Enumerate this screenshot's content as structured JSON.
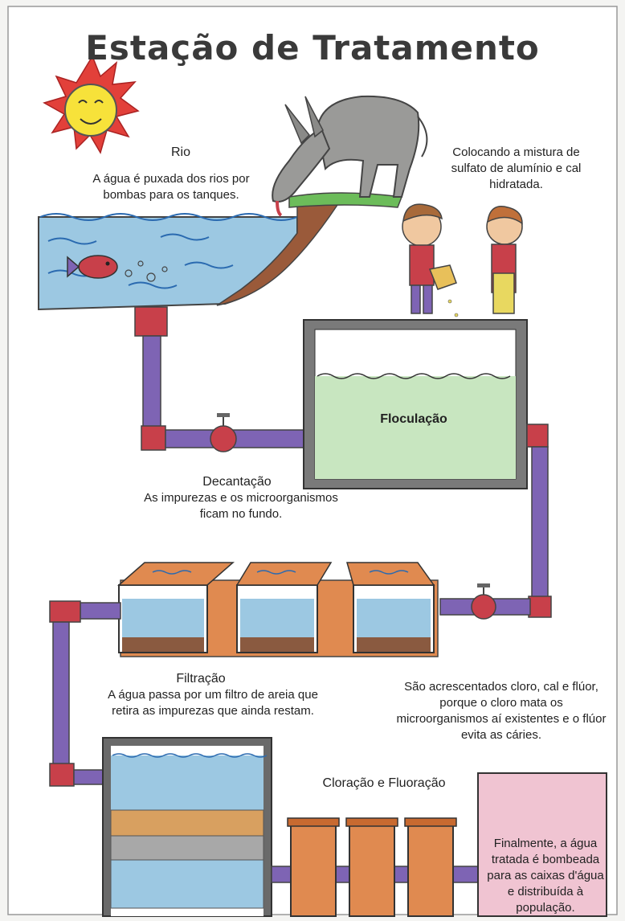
{
  "title": "Estação de Tratamento",
  "rio": {
    "heading": "Rio",
    "text": "A água é puxada dos rios por bombas para os tanques."
  },
  "mistura": {
    "text": "Colocando a mistura de sulfato de alumínio e cal hidratada."
  },
  "floculacao": {
    "heading": "Floculação"
  },
  "decantacao": {
    "heading": "Decantação",
    "text": "As impurezas e os microorganismos ficam no fundo."
  },
  "filtracao": {
    "heading": "Filtração",
    "text": "A água passa por um filtro de areia que retira as impurezas que ainda restam."
  },
  "cloro": {
    "text": "São acrescentados cloro, cal e flúor, porque o cloro mata os microorganismos aí existentes e o flúor evita as cáries."
  },
  "cloracao": {
    "heading": "Cloração e Fluoração"
  },
  "final": {
    "text": "Finalmente, a água tratada é bombeada para as caixas d'água e distribuída à população."
  },
  "colors": {
    "pipe": "#7e64b4",
    "joint": "#c8404a",
    "water": "#9cc8e2",
    "floc_water": "#c8e6c0",
    "sediment": "#8a5a40",
    "tank_orange": "#e08a50",
    "final_tank": "#f0c4d2",
    "sun": "#f7e23a",
    "sun_rays": "#e2403a"
  }
}
